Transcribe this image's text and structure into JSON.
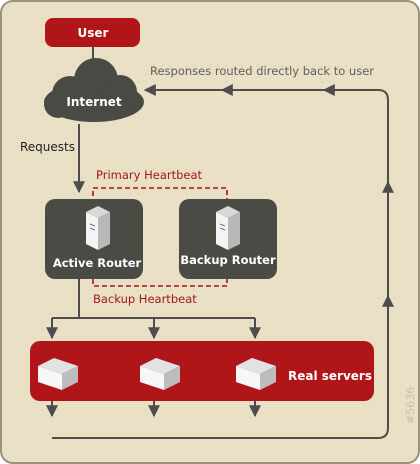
{
  "user": {
    "label": "User"
  },
  "internet": {
    "label": "Internet"
  },
  "responses": {
    "label": "Responses routed directly back to user"
  },
  "requests": {
    "label": "Requests"
  },
  "heartbeat": {
    "primary": "Primary Heartbeat",
    "backup": "Backup Heartbeat"
  },
  "routers": {
    "active": "Active Router",
    "backup": "Backup Router"
  },
  "servers": {
    "label": "Real servers"
  },
  "watermark": {
    "text": "#5636"
  },
  "colors": {
    "background": "#e9e0c6",
    "frame": "#9b927a",
    "accent_red": "#b0151a",
    "dark_box": "#4b4b45",
    "line": "#4d4d4d",
    "heartbeat_text": "#a3171c",
    "muted_text": "#5e5e5e"
  }
}
